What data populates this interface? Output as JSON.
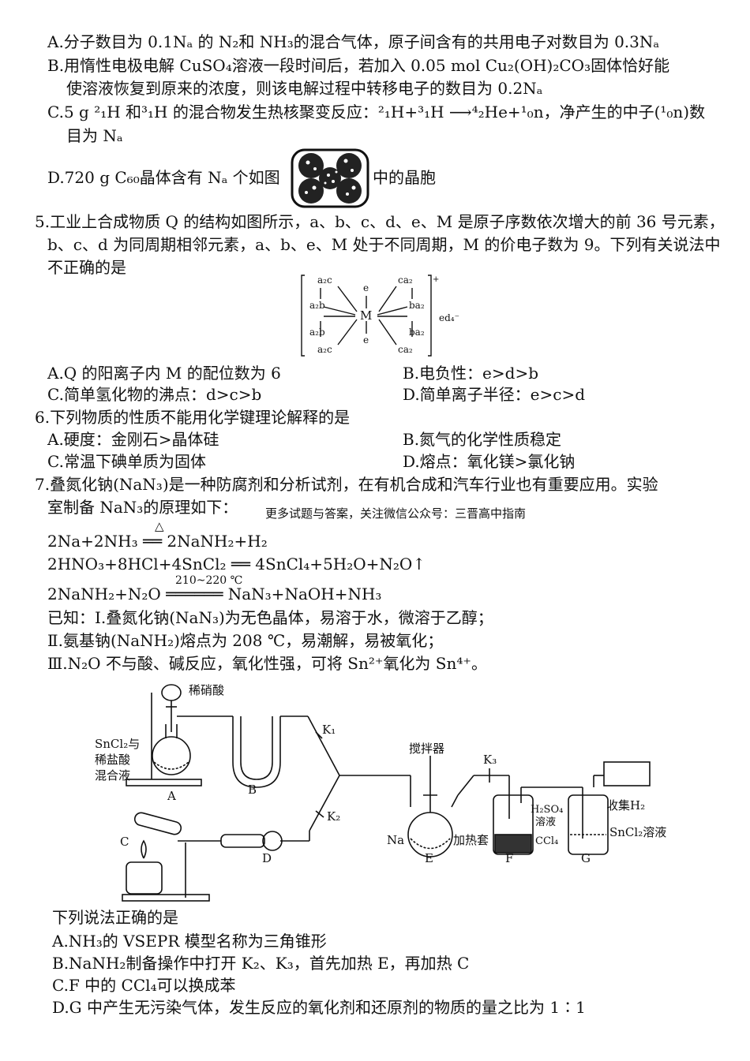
{
  "q4": {
    "optA": "A.分子数目为 0.1Nₐ 的 N₂和 NH₃的混合气体，原子间含有的共用电子对数目为 0.3Nₐ",
    "optB1": "B.用惰性电极电解 CuSO₄溶液一段时间后，若加入 0.05 mol Cu₂(OH)₂CO₃固体恰好能",
    "optB2": "使溶液恢复到原来的浓度，则该电解过程中转移电子的数目为 0.2Nₐ",
    "optC1": "C.5 g ²₁H 和³₁H 的混合物发生热核聚变反应：²₁H+³₁H ⟶⁴₂He+¹₀n，净产生的中子(¹₀n)数",
    "optC2": "目为 Nₐ",
    "optD_pre": "D.720 g C₆₀晶体含有 Nₐ 个如图",
    "optD_post": "中的晶胞"
  },
  "q5": {
    "stem1": "5.工业上合成物质 Q 的结构如图所示，a、b、c、d、e、M 是原子序数依次增大的前 36 号元素，",
    "stem2": "b、c、d 为同周期相邻元素，a、b、e、M 处于不同周期，M 的价电子数为 9。下列有关说法中",
    "stem3": "不正确的是",
    "structure": {
      "a2c_top": "a₂c",
      "e_top": "e",
      "ca2_top": "ca₂",
      "a2b_top": "a₂b",
      "ba2_top": "ba₂",
      "M": "M",
      "a2b_bot": "a₂b",
      "ba2_bot": "ba₂",
      "a2c_bot": "a₂c",
      "e_bot": "e",
      "ca2_bot": "ca₂",
      "charge": "+",
      "anion": "ed₄⁻"
    },
    "optA": "A.Q 的阳离子内 M 的配位数为 6",
    "optB": "B.电负性：e>d>b",
    "optC": "C.简单氢化物的沸点：d>c>b",
    "optD": "D.简单离子半径：e>c>d"
  },
  "q6": {
    "stem": "6.下列物质的性质不能用化学键理论解释的是",
    "optA": "A.硬度：金刚石>晶体硅",
    "optB": "B.氮气的化学性质稳定",
    "optC": "C.常温下碘单质为固体",
    "optD": "D.熔点：氧化镁>氯化钠"
  },
  "q7": {
    "stem1": "7.叠氮化钠(NaN₃)是一种防腐剂和分析试剂，在有机合成和汽车行业也有重要应用。实验",
    "stem2": "室制备 NaN₃的原理如下：",
    "watermark": "更多试题与答案，关注微信公众号：三晋高中指南",
    "eq1": "2Na+2NH₃ ══ 2NaNH₂+H₂",
    "eq1_cond": "△",
    "eq2": "2HNO₃+8HCl+4SnCl₂ ══ 4SnCl₄+5H₂O+N₂O↑",
    "eq3": "2NaNH₂+N₂O ══════ NaN₃+NaOH+NH₃",
    "eq3_cond": "210~220 ℃",
    "known1": "已知：Ⅰ.叠氮化钠(NaN₃)为无色晶体，易溶于水，微溶于乙醇；",
    "known2": "Ⅱ.氨基钠(NaNH₂)熔点为 208 ℃，易潮解，易被氧化；",
    "known3": "Ⅲ.N₂O 不与酸、碱反应，氧化性强，可将 Sn²⁺氧化为 Sn⁴⁺。",
    "apparatus": {
      "dilute_nitric": "稀硝酸",
      "sncl2_mix1": "SnCl₂与",
      "sncl2_mix2": "稀盐酸",
      "sncl2_mix3": "混合液",
      "A": "A",
      "B": "B",
      "C": "C",
      "D": "D",
      "E": "E",
      "F": "F",
      "G": "G",
      "K1": "K₁",
      "K2": "K₂",
      "K3": "K₃",
      "stirrer": "搅拌器",
      "Na": "Na",
      "heating_mantle": "加热套",
      "h2so4": "H₂SO₄",
      "solution": "溶液",
      "ccl4": "CCl₄",
      "collect_h2": "收集H₂",
      "sncl2_soln": "SnCl₂溶液"
    },
    "ask": "下列说法正确的是",
    "optA": "A.NH₃的 VSEPR 模型名称为三角锥形",
    "optB": "B.NaNH₂制备操作中打开 K₂、K₃，首先加热 E，再加热 C",
    "optC": "C.F 中的 CCl₄可以换成苯",
    "optD": "D.G 中产生无污染气体，发生反应的氧化剂和还原剂的物质的量之比为 1∶1"
  }
}
